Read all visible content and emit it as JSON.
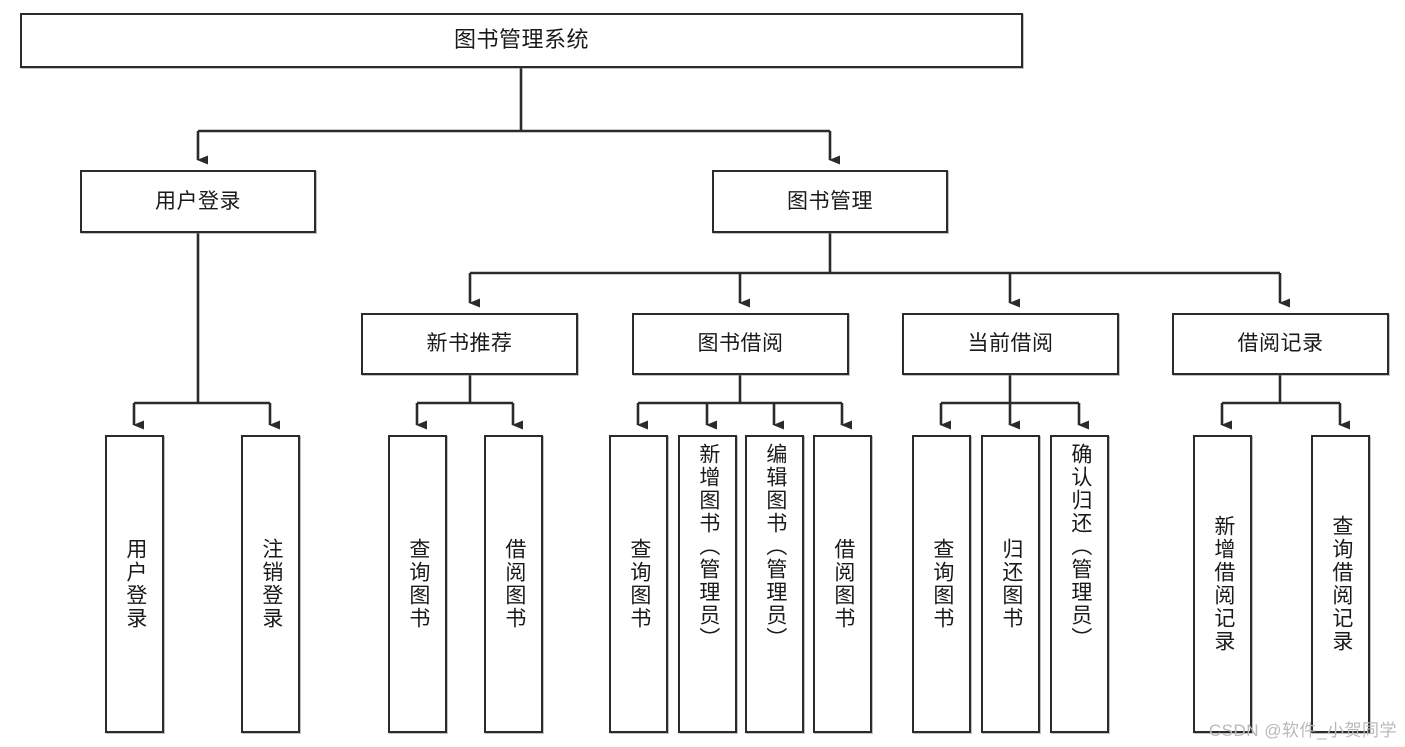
{
  "diagram": {
    "title": "图书管理系统",
    "type": "hierarchy-tree",
    "watermark": "CSDN @软件_小贺同学",
    "colors": {
      "border": "#2b2b2b",
      "background": "#ffffff",
      "text": "#1a1a1a",
      "watermark": "#b9b9b9"
    },
    "root": {
      "label": "图书管理系统"
    },
    "level2": [
      {
        "label": "用户登录"
      },
      {
        "label": "图书管理"
      }
    ],
    "level3": [
      {
        "label": "新书推荐"
      },
      {
        "label": "图书借阅"
      },
      {
        "label": "当前借阅"
      },
      {
        "label": "借阅记录"
      }
    ],
    "leaves": {
      "user_login": [
        {
          "label": "用户登录"
        },
        {
          "label": "注销登录"
        }
      ],
      "new_book_recommend": [
        {
          "label": "查询图书"
        },
        {
          "label": "借阅图书"
        }
      ],
      "book_borrow": [
        {
          "label": "查询图书"
        },
        {
          "label": "新增图书（管理员）"
        },
        {
          "label": "编辑图书（管理员）"
        },
        {
          "label": "借阅图书"
        }
      ],
      "current_borrow": [
        {
          "label": "查询图书"
        },
        {
          "label": "归还图书"
        },
        {
          "label": "确认归还（管理员）"
        }
      ],
      "borrow_record": [
        {
          "label": "新增借阅记录"
        },
        {
          "label": "查询借阅记录"
        }
      ]
    }
  }
}
